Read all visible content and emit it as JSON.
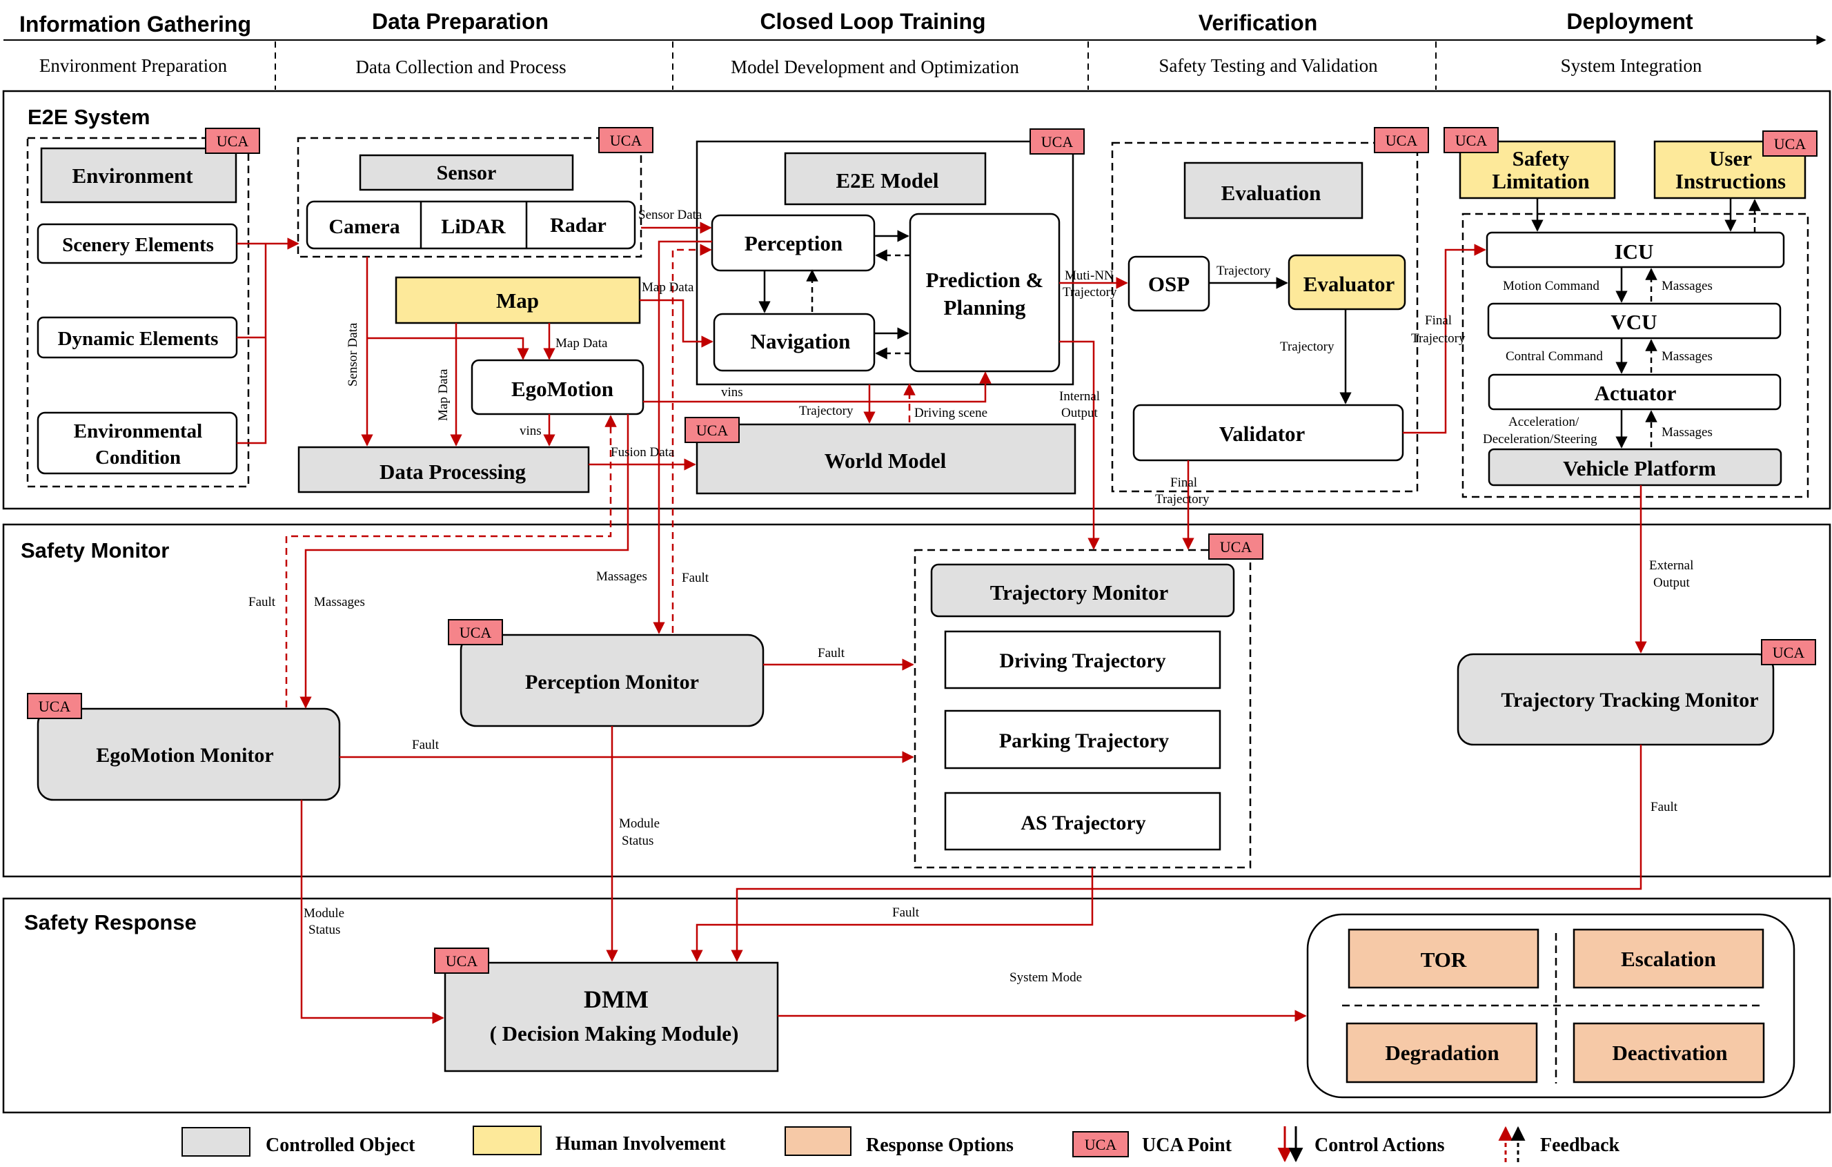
{
  "phases": [
    {
      "title": "Information Gathering",
      "subtitle": "Environment Preparation"
    },
    {
      "title": "Data Preparation",
      "subtitle": "Data Collection and Process"
    },
    {
      "title": "Closed Loop Training",
      "subtitle": "Model Development and Optimization"
    },
    {
      "title": "Verification",
      "subtitle": "Safety Testing and Validation"
    },
    {
      "title": "Deployment",
      "subtitle": "System Integration"
    }
  ],
  "sections": {
    "e2e": "E2E System",
    "monitor": "Safety Monitor",
    "response": "Safety Response"
  },
  "uca": "UCA",
  "nodes": {
    "environment": "Environment",
    "scenery": "Scenery Elements",
    "dynamic": "Dynamic Elements",
    "env_condition_1": "Environmental",
    "env_condition_2": "Condition",
    "sensor": "Sensor",
    "camera": "Camera",
    "lidar": "LiDAR",
    "radar": "Radar",
    "map": "Map",
    "egomotion": "EgoMotion",
    "data_processing": "Data Processing",
    "e2e_model": "E2E Model",
    "perception": "Perception",
    "navigation": "Navigation",
    "prediction_1": "Prediction &",
    "prediction_2": "Planning",
    "world_model": "World Model",
    "evaluation": "Evaluation",
    "osp": "OSP",
    "evaluator": "Evaluator",
    "validator": "Validator",
    "safety_limit_1": "Safety",
    "safety_limit_2": "Limitation",
    "user_instr_1": "User",
    "user_instr_2": "Instructions",
    "icu": "ICU",
    "vcu": "VCU",
    "actuator": "Actuator",
    "vehicle_platform": "Vehicle Platform",
    "trajectory_monitor": "Trajectory Monitor",
    "driving_trajectory": "Driving Trajectory",
    "parking_trajectory": "Parking Trajectory",
    "as_trajectory": "AS Trajectory",
    "perception_monitor": "Perception Monitor",
    "egomotion_monitor": "EgoMotion Monitor",
    "tracking_monitor": "Trajectory Tracking Monitor",
    "dmm_1": "DMM",
    "dmm_2": "( Decision Making Module)",
    "tor": "TOR",
    "escalation": "Escalation",
    "degradation": "Degradation",
    "deactivation": "Deactivation"
  },
  "labels": {
    "sensor_data_h": "Sensor Data",
    "sensor_data_v": "Sensor Data",
    "map_data_right": "Map Data",
    "map_data_ego": "Map Data",
    "map_data_v": "Map Data",
    "vins_ego": "vins",
    "vins_model": "vins",
    "fusion_data": "Fusion Data",
    "trajectory_wm": "Trajectory",
    "driving_scene": "Driving scene",
    "muti_nn_1": "Muti-NN",
    "muti_nn_2": "Trajectory",
    "internal_output_1": "Internal",
    "internal_output_2": "Output",
    "trajectory_osp": "Trajectory",
    "trajectory_eval": "Trajectory",
    "final_traj_val_1": "Final",
    "final_traj_val_2": "Trajectory",
    "final_traj_icu_1": "Final",
    "final_traj_icu_2": "Trajectory",
    "motion_command": "Motion Command",
    "massages_icu": "Massages",
    "contral_command": "Contral Command",
    "massages_vcu": "Massages",
    "accel_1": "Acceleration/",
    "accel_2": "Deceleration/Steering",
    "massages_act": "Massages",
    "external_output_1": "External",
    "external_output_2": "Output",
    "massages_perc": "Massages",
    "fault_perc": "Fault",
    "fault_ego_v": "Fault",
    "massages_ego": "Massages",
    "fault_perc_traj": "Fault",
    "fault_ego_traj": "Fault",
    "module_status_perc_1": "Module",
    "module_status_perc_2": "Status",
    "module_status_ego_1": "Module",
    "module_status_ego_2": "Status",
    "fault_traj_dmm": "Fault",
    "fault_tracking": "Fault",
    "system_mode": "System Mode"
  },
  "legend": {
    "controlled_object": "Controlled Object",
    "human_involvement": "Human Involvement",
    "response_options": "Response Options",
    "uca_point": "UCA Point",
    "control_actions": "Control Actions",
    "feedback": "Feedback"
  },
  "colors": {
    "controlled": "#e0e0e0",
    "human": "#fde99a",
    "response": "#f6c9a7",
    "uca": "#f5848a",
    "arrow": "#c00000"
  }
}
